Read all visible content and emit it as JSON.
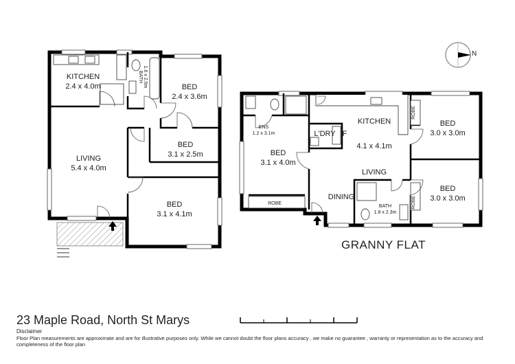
{
  "house": {
    "rooms": [
      {
        "name": "KITCHEN",
        "dims": "2.4 x 4.0m"
      },
      {
        "name": "BATH",
        "dims": "1.6 x 2.0m"
      },
      {
        "name": "BED",
        "dims": "2.4 x 3.6m"
      },
      {
        "name": "LIVING",
        "dims": "5.4 x 4.0m"
      },
      {
        "name": "BED",
        "dims": "3.1 x 2.5m"
      },
      {
        "name": "BED",
        "dims": "3.1 x 4.1m"
      }
    ]
  },
  "granny_flat": {
    "title": "GRANNY FLAT",
    "rooms": [
      {
        "name": "ENS",
        "dims": "1.2 x 3.1m"
      },
      {
        "name": "BED",
        "dims": "3.1 x 4.0m"
      },
      {
        "name": "ROBE"
      },
      {
        "name": "L'DRY"
      },
      {
        "name": "F"
      },
      {
        "name": "KITCHEN",
        "dims": "4.1 x 4.1m"
      },
      {
        "name": "LIVING"
      },
      {
        "name": "DINING"
      },
      {
        "name": "BATH",
        "dims": "1.8 x 2.3m"
      },
      {
        "name": "ROBE"
      },
      {
        "name": "BED",
        "dims": "3.0 x 3.0m"
      },
      {
        "name": "ROBE"
      },
      {
        "name": "BED",
        "dims": "3.0 x 3.0m"
      }
    ]
  },
  "compass": {
    "label": "N"
  },
  "address": "23 Maple Road, North St Marys",
  "disclaimer": {
    "title": "Disclaimer",
    "text": "Floor Plan measurements are approximate and are for illustrative purposes only. While we cannot doubt the floor plans accuracy , we make no guarantee , warranty or representation as to the accuracy and completeness of the floor plan"
  }
}
